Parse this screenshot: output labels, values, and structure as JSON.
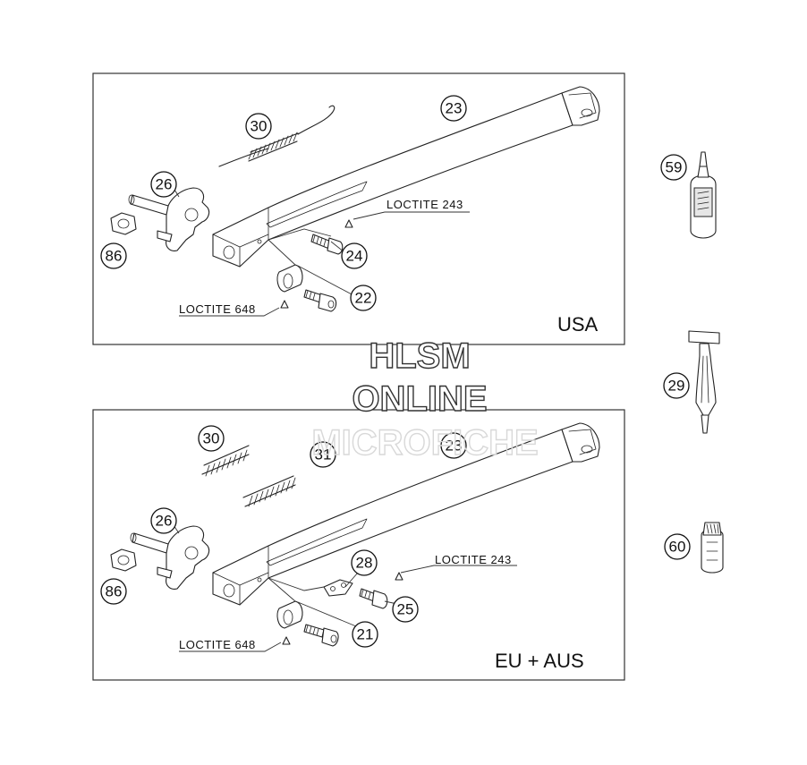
{
  "panels": [
    {
      "region_label": "USA",
      "callouts": [
        "30",
        "23",
        "26",
        "86",
        "24",
        "22"
      ],
      "notes": [
        "LOCTITE 243",
        "LOCTITE 648"
      ]
    },
    {
      "region_label": "EU + AUS",
      "callouts": [
        "30",
        "31",
        "23",
        "26",
        "86",
        "28",
        "25",
        "21"
      ],
      "notes": [
        "LOCTITE 243",
        "LOCTITE 648"
      ]
    }
  ],
  "side_parts": [
    "59",
    "29",
    "60"
  ],
  "watermark": {
    "line1": "HLSM",
    "line2": "ONLINE",
    "line3": "MICROFICHE"
  }
}
